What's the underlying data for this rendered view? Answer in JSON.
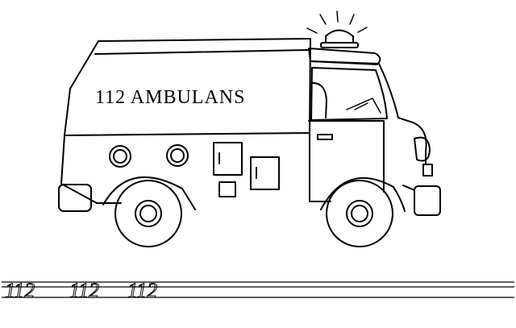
{
  "vehicle": {
    "side_text": "112 AMBULANS"
  },
  "practice": {
    "items": [
      "112",
      "112",
      "112"
    ]
  },
  "colors": {
    "ink": "#000000",
    "paper": "#ffffff"
  }
}
